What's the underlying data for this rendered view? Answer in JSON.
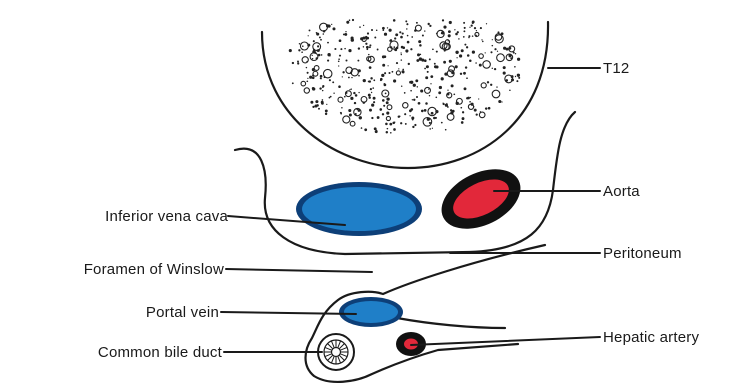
{
  "labels": {
    "t12": "T12",
    "aorta": "Aorta",
    "peritoneum": "Peritoneum",
    "ivc": "Inferior vena cava",
    "foramen": "Foramen of Winslow",
    "portal_vein": "Portal vein",
    "hepatic_artery": "Hepatic artery",
    "bile_duct": "Common bile duct"
  },
  "colors": {
    "vein": "#1f7fc8",
    "vein_dark": "#0d3f78",
    "artery": "#e2283a",
    "artery_wall": "#111111",
    "line": "#1a1a1a"
  }
}
